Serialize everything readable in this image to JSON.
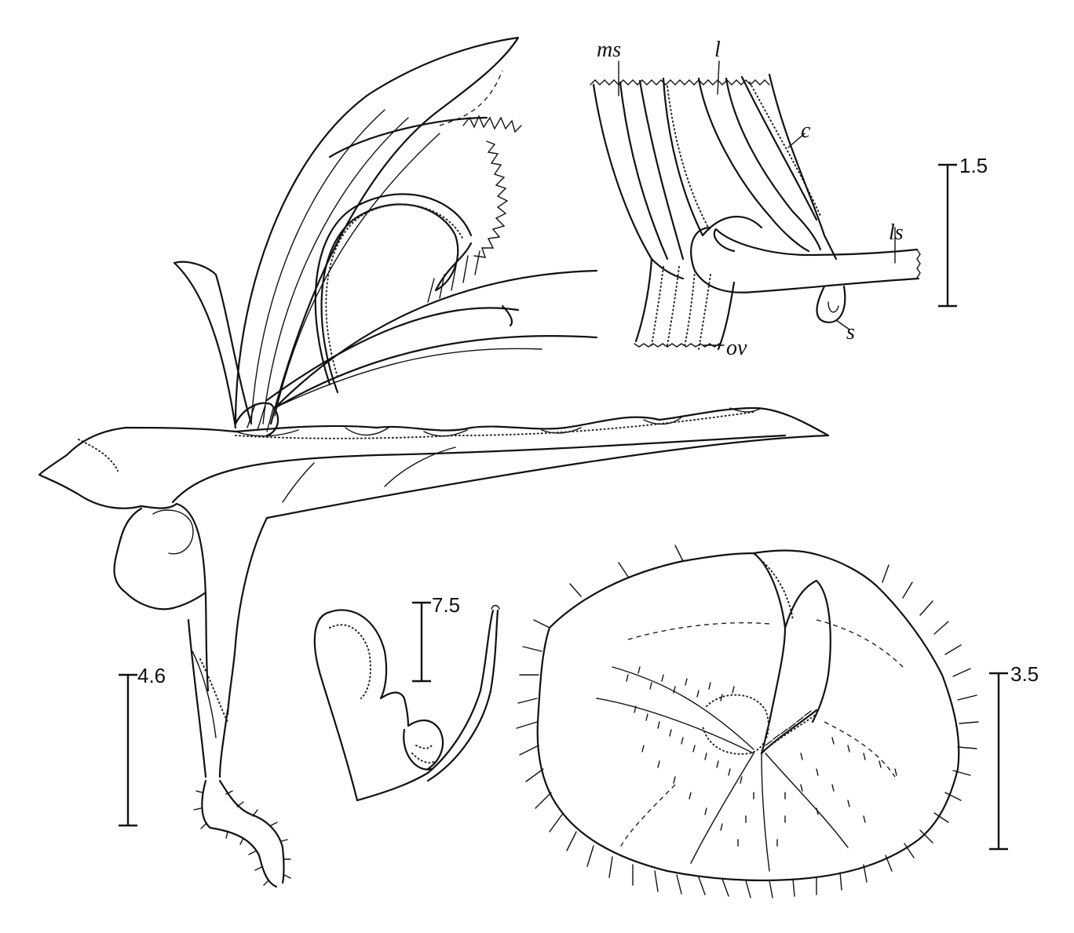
{
  "labels": {
    "ms": "ms",
    "l": "l",
    "c": "c",
    "ls": "ls",
    "s": "s",
    "ov": "ov"
  },
  "scales": {
    "top_right": "1.5",
    "bottom_left": "4.6",
    "middle": "7.5",
    "bottom_right": "3.5"
  }
}
